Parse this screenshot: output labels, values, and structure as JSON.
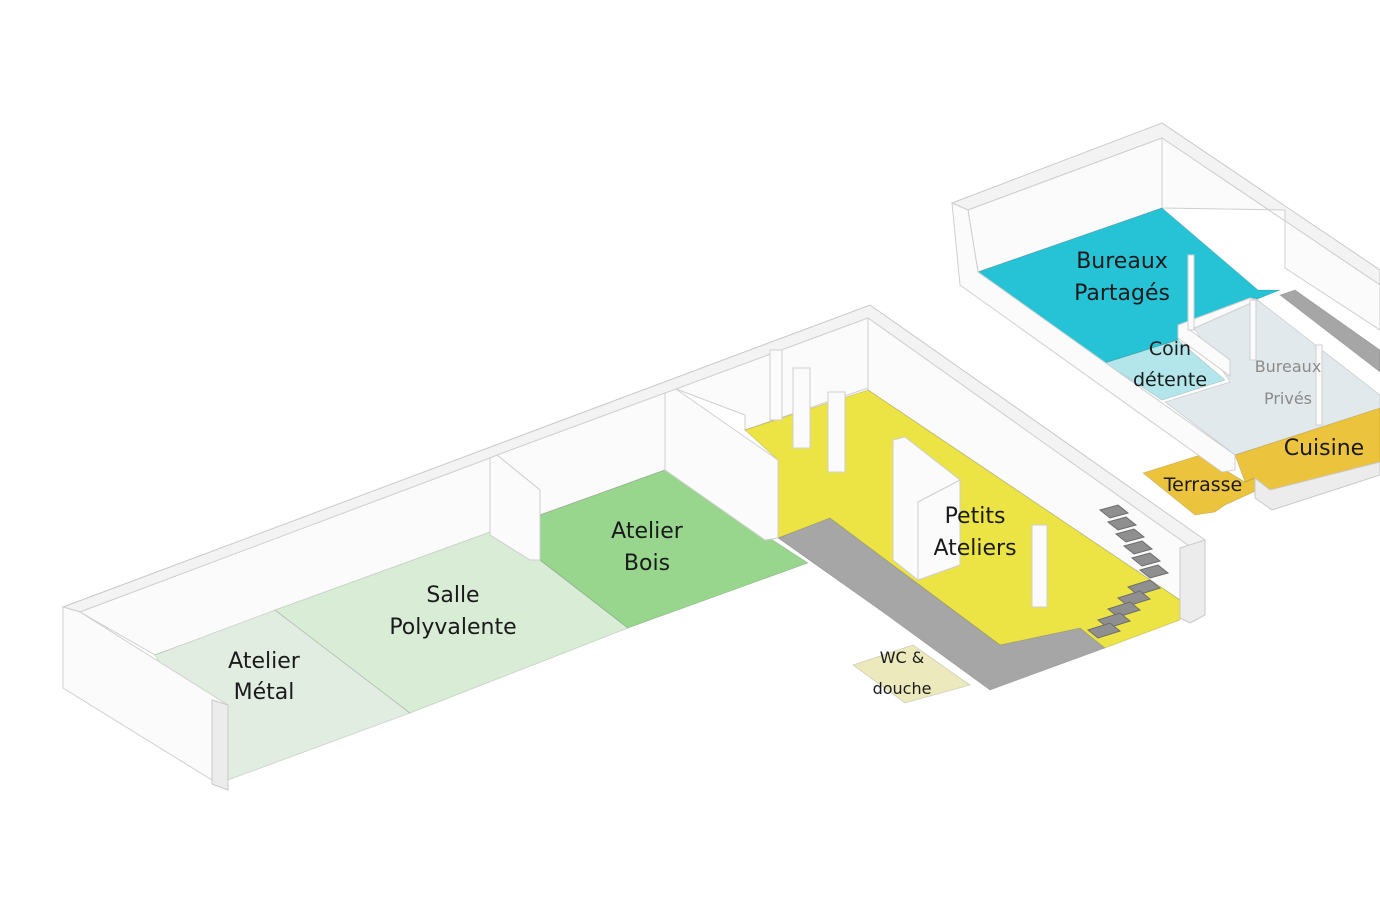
{
  "diagram": {
    "type": "isometric-floor-plan",
    "colors": {
      "atelier_metal": "#e2ede2",
      "salle_polyvalente": "#d8ecd6",
      "atelier_bois": "#98d68e",
      "petits_ateliers": "#ece444",
      "circulation": "#a6a6a6",
      "wc_douche": "#ece9bc",
      "bureaux_partages": "#26c3d7",
      "coin_detente": "#b2e6ea",
      "bureaux_prives": "#e1e9ec",
      "cuisine": "#ecc33c",
      "terrasse": "#ecc33c"
    },
    "rooms": {
      "atelier_metal": {
        "line1": "Atelier",
        "line2": "Métal"
      },
      "salle_polyvalente": {
        "line1": "Salle",
        "line2": "Polyvalente"
      },
      "atelier_bois": {
        "line1": "Atelier",
        "line2": "Bois"
      },
      "petits_ateliers": {
        "line1": "Petits",
        "line2": "Ateliers"
      },
      "wc_douche": {
        "line1": "WC &",
        "line2": "douche"
      },
      "bureaux_partages": {
        "line1": "Bureaux",
        "line2": "Partagés"
      },
      "coin_detente": {
        "line1": "Coin",
        "line2": "détente"
      },
      "bureaux_prives": {
        "line1": "Bureaux",
        "line2": "Privés"
      },
      "cuisine": {
        "line1": "Cuisine"
      },
      "terrasse": {
        "line1": "Terrasse"
      }
    }
  }
}
